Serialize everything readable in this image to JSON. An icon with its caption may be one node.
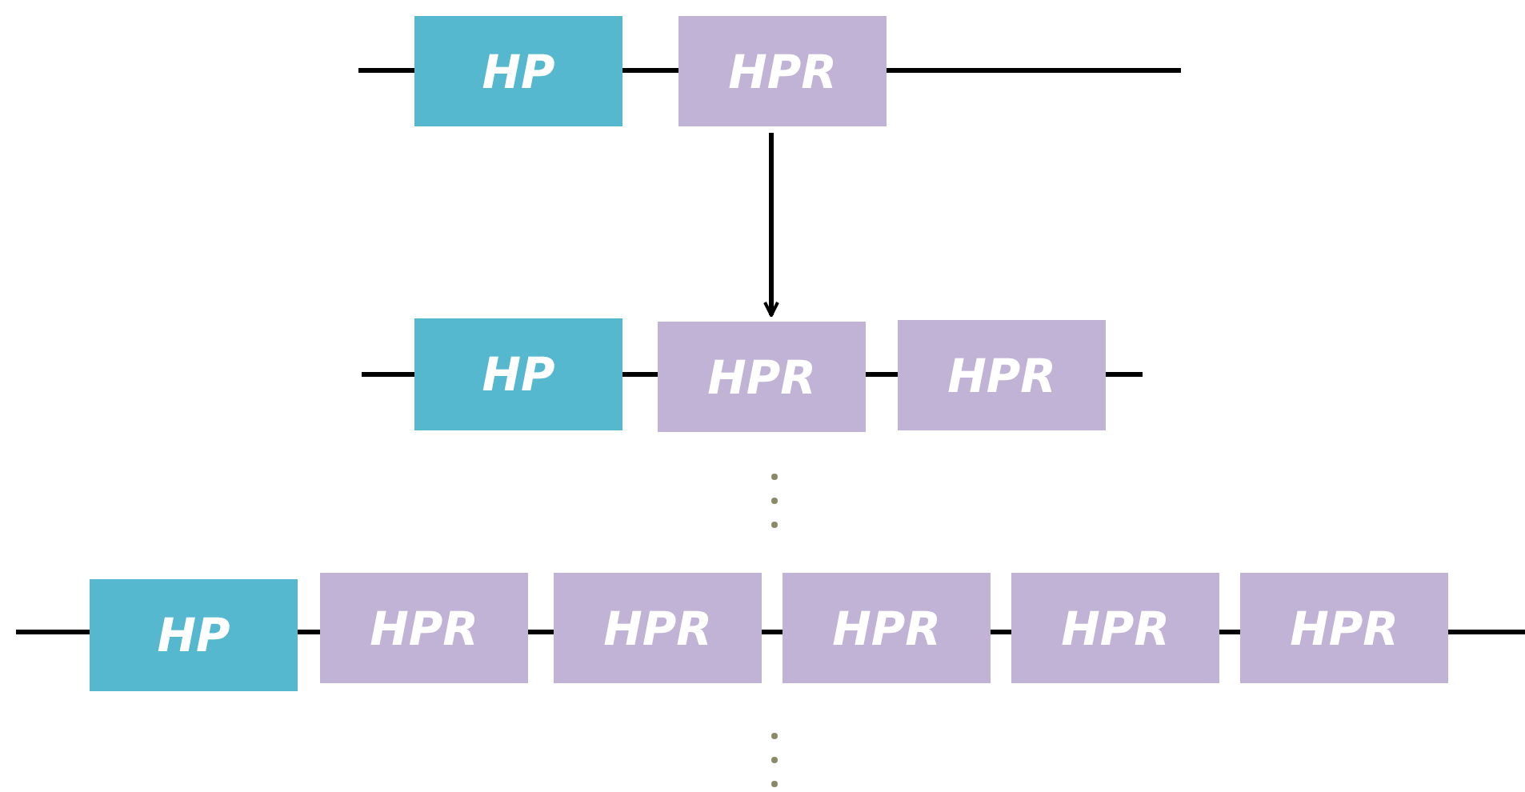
{
  "diagram": {
    "nodes": [
      {
        "text": [
          "HP"
        ]
      },
      {
        "text": [
          "HPR"
        ]
      },
      {
        "text": [
          "HP"
        ]
      },
      {
        "text": [
          "HPR"
        ]
      },
      {
        "text": [
          "HPR"
        ]
      },
      {
        "text": [
          "HP"
        ]
      },
      {
        "text": [
          "HPR"
        ]
      },
      {
        "text": [
          "HPR"
        ]
      },
      {
        "text": [
          "HPR"
        ]
      },
      {
        "text": [
          "HPR"
        ]
      },
      {
        "text": [
          "HPR"
        ]
      }
    ],
    "edges": [
      {
        "from": null,
        "to": 0,
        "arrow": "none"
      },
      {
        "from": 0,
        "to": 1,
        "arrow": "none"
      },
      {
        "from": 1,
        "to": null,
        "arrow": "none"
      },
      {
        "from": 1,
        "to": 3,
        "arrow": "to"
      },
      {
        "from": null,
        "to": 2,
        "arrow": "none"
      },
      {
        "from": 2,
        "to": 3,
        "arrow": "none"
      },
      {
        "from": 3,
        "to": 4,
        "arrow": "none"
      },
      {
        "from": 4,
        "to": null,
        "arrow": "none"
      },
      {
        "from": null,
        "to": 5,
        "arrow": "none"
      },
      {
        "from": 5,
        "to": 6,
        "arrow": "none"
      },
      {
        "from": 6,
        "to": 7,
        "arrow": "none"
      },
      {
        "from": 7,
        "to": 8,
        "arrow": "none"
      },
      {
        "from": 8,
        "to": 9,
        "arrow": "none"
      },
      {
        "from": 9,
        "to": 10,
        "arrow": "none"
      },
      {
        "from": 10,
        "to": null,
        "arrow": "none"
      }
    ]
  }
}
